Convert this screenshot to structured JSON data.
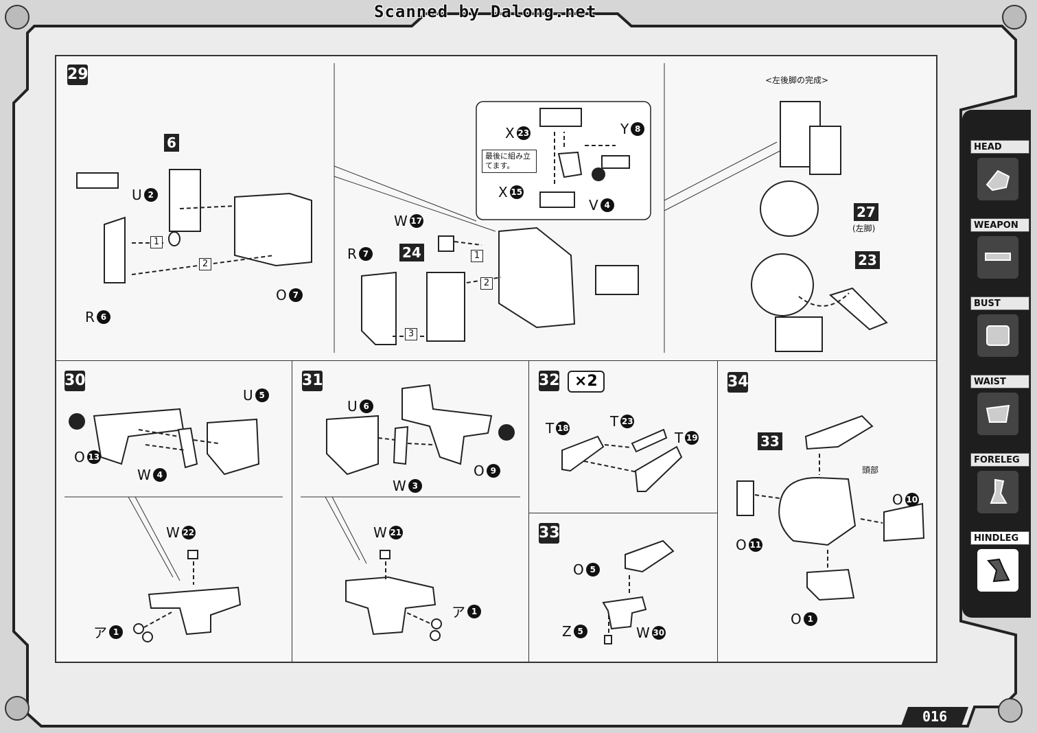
{
  "watermark": "Scanned by Dalong.net",
  "page_number": "016",
  "nav_tabs": [
    {
      "label": "HEAD",
      "icon": "head-icon"
    },
    {
      "label": "WEAPON",
      "icon": "weapon-icon"
    },
    {
      "label": "BUST",
      "icon": "bust-icon"
    },
    {
      "label": "WAIST",
      "icon": "waist-icon"
    },
    {
      "label": "FORELEG",
      "icon": "foreleg-icon"
    },
    {
      "label": "HINDLEG",
      "icon": "hindleg-icon"
    }
  ],
  "step29": {
    "number": "29",
    "labels": {
      "part6": "6",
      "u": "U",
      "u_num": "2",
      "r": "R",
      "r_num": "6",
      "o": "O",
      "o_num": "7",
      "w": "W",
      "w_num": "17",
      "r2": "R",
      "r2_num": "7",
      "part24": "24",
      "x1": "X",
      "x1_num": "23",
      "y": "Y",
      "y_num": "8",
      "x2": "X",
      "x2_num": "15",
      "v": "V",
      "v_num": "4",
      "order1": "1",
      "order2": "2",
      "order3": "3"
    },
    "note": "最後に組み立てます。",
    "completion_title": "<左後脚の完成>",
    "part27": "27",
    "part27_sub": "(左脚)",
    "part23": "23"
  },
  "step30": {
    "number": "30",
    "u": "U",
    "u_num": "5",
    "o": "O",
    "o_num": "13",
    "w": "W",
    "w_num": "4",
    "w2": "W",
    "w2_num": "22",
    "a": "ア",
    "a_num": "1"
  },
  "step31": {
    "number": "31",
    "u": "U",
    "u_num": "6",
    "o": "O",
    "o_num": "9",
    "w": "W",
    "w_num": "3",
    "w2": "W",
    "w2_num": "21",
    "a": "ア",
    "a_num": "1"
  },
  "step32": {
    "number": "32",
    "multiplier": "×2",
    "t1": "T",
    "t1_num": "18",
    "t2": "T",
    "t2_num": "23",
    "t3": "T",
    "t3_num": "19"
  },
  "step33": {
    "number": "33",
    "o": "O",
    "o_num": "5",
    "z": "Z",
    "z_num": "5",
    "w": "W",
    "w_num": "30"
  },
  "step34": {
    "number": "34",
    "part33": "33",
    "head_note": "頭部",
    "o1": "O",
    "o1_num": "10",
    "o2": "O",
    "o2_num": "11",
    "o3": "O",
    "o3_num": "1"
  }
}
